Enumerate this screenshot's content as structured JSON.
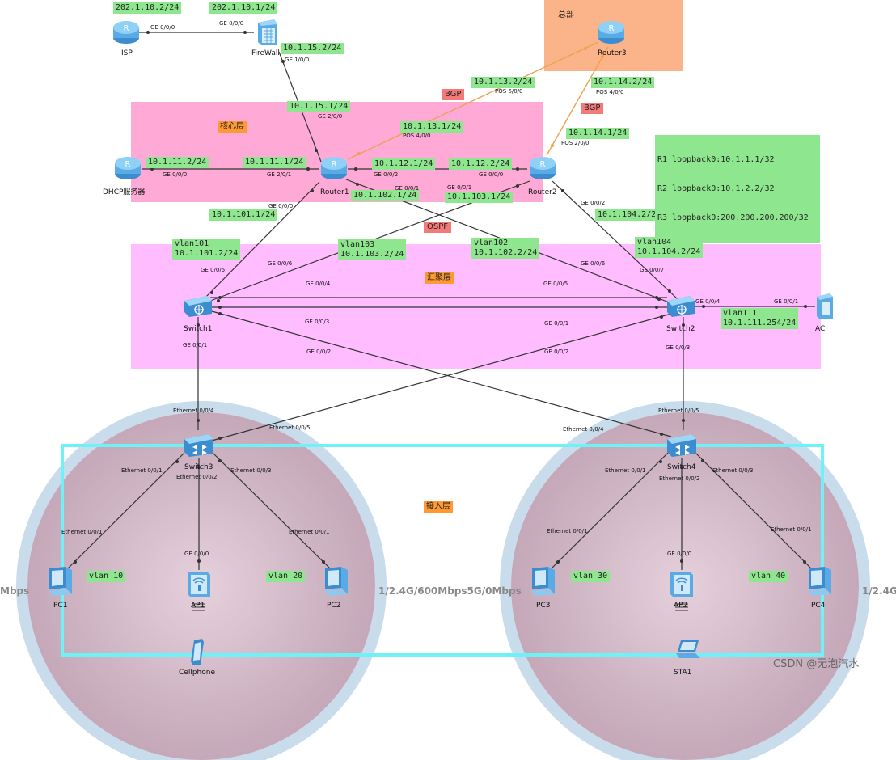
{
  "zones": {
    "hq": "总部",
    "core": "核心层",
    "aggregation": "汇聚层",
    "access": "接入层",
    "bgp1": "BGP",
    "bgp2": "BGP",
    "ospf": "OSPF"
  },
  "devices": {
    "isp": "ISP",
    "firewall": "FireWall",
    "router3": "Router3",
    "dhcp": "DHCP服务器",
    "router1": "Router1",
    "router2": "Router2",
    "switch1": "Switch1",
    "switch2": "Switch2",
    "ac": "AC",
    "switch3": "Switch3",
    "switch4": "Switch4",
    "pc1": "PC1",
    "pc2": "PC2",
    "pc3": "PC3",
    "pc4": "PC4",
    "ap1": "AP1",
    "ap2": "AP2",
    "cellphone": "Cellphone",
    "sta": "STA1"
  },
  "addresses": {
    "isp_ip": "202.1.10.2/24",
    "fw_ip": "202.1.10.1/24",
    "fw_r1": "10.1.15.2/24",
    "r1_fw": "10.1.15.1/24",
    "r3_r1": "10.1.13.2/24",
    "r1_r3": "10.1.13.1/24",
    "r3_r2": "10.1.14.2/24",
    "r2_r3": "10.1.14.1/24",
    "dhcp_ip": "10.1.11.2/24",
    "r1_dhcp": "10.1.11.1/24",
    "r1_r2": "10.1.12.1/24",
    "r2_r1": "10.1.12.2/24",
    "r1_sw2": "10.1.102.1/24",
    "r2_sw1": "10.1.103.1/24",
    "r1_sw1": "10.1.101.1/24",
    "r2_sw2": "10.1.104.2/24",
    "loopbacks": [
      "R1 loopback0:10.1.1.1/32",
      "R2 loopback0:10.1.2.2/32",
      "R3 loopback0:200.200.200.200/32"
    ],
    "sw1_vlan101": "vlan101\n10.1.101.2/24",
    "sw1_vlan103": "vlan103\n10.1.103.2/24",
    "sw2_vlan102": "vlan102\n10.1.102.2/24",
    "sw2_vlan104": "vlan104\n10.1.104.2/24",
    "sw2_vlan111": "vlan111\n10.1.111.254/24",
    "vlan10": "vlan 10",
    "vlan20": "vlan 20",
    "vlan30": "vlan 30",
    "vlan40": "vlan 40"
  },
  "ports": {
    "isp_ge": "GE 0/0/0",
    "fw_ge000": "GE 0/0/0",
    "fw_ge100": "GE 1/0/0",
    "r3_pos600": "POS 6/0/0",
    "r3_pos400": "POS 4/0/0",
    "r1_ge200": "GE 2/0/0",
    "r1_pos400": "POS 4/0/0",
    "r2_pos200": "POS 2/0/0",
    "dhcp_ge000": "GE 0/0/0",
    "r1_ge201": "GE 2/0/1",
    "r1_ge002": "GE 0/0/2",
    "r2_ge000": "GE 0/0/0",
    "r1_ge001": "GE 0/0/1",
    "r2_ge001": "GE 0/0/1",
    "r1_ge000": "GE 0/0/0",
    "r2_ge002": "GE 0/0/2",
    "sw1_ge005": "GE 0/0/5",
    "sw1_ge006": "GE 0/0/6",
    "sw1_ge004": "GE 0/0/4",
    "sw1_ge003": "GE 0/0/3",
    "sw1_ge002": "GE 0/0/2",
    "sw1_ge001": "GE 0/0/1",
    "sw2_ge006": "GE 0/0/6",
    "sw2_ge007": "GE 0/0/7",
    "sw2_ge005": "GE 0/0/5",
    "sw2_ge001": "GE 0/0/1",
    "sw2_ge002": "GE 0/0/2",
    "sw2_ge003": "GE 0/0/3",
    "sw2_ge004": "GE 0/0/4",
    "ac_ge001": "GE 0/0/1",
    "sw3_eth004": "Ethernet 0/0/4",
    "sw3_eth005": "Ethernet 0/0/5",
    "sw4_eth005": "Ethernet 0/0/5",
    "sw4_eth004": "Ethernet 0/0/4",
    "sw3_eth001": "Ethernet 0/0/1",
    "sw3_eth002": "Ethernet 0/0/2",
    "sw3_eth003": "Ethernet 0/0/3",
    "sw4_eth001": "Ethernet 0/0/1",
    "sw4_eth002": "Ethernet 0/0/2",
    "sw4_eth003": "Ethernet 0/0/3",
    "pc1_eth": "Ethernet 0/0/1",
    "pc2_eth": "Ethernet 0/0/1",
    "pc3_eth": "Ethernet 0/0/1",
    "pc4_eth": "Ethernet 0/0/1",
    "ap1_ge": "GE 0/0/0",
    "ap2_ge": "GE 0/0/0"
  },
  "wireless": {
    "left_edge": "Mbps",
    "middle": "1/2.4G/600Mbps5G/0Mbps",
    "right_edge": "1/2.4G/"
  },
  "watermark": "CSDN @无泡汽水",
  "colors": {
    "core_zone": "#ffaad6",
    "agg_zone": "#ffbdff",
    "hq_zone": "#fbb48a",
    "access_frame": "#6ff2f7",
    "label_green": "#8ee68e",
    "bgp_link": "#f0a050",
    "link": "#333333"
  }
}
